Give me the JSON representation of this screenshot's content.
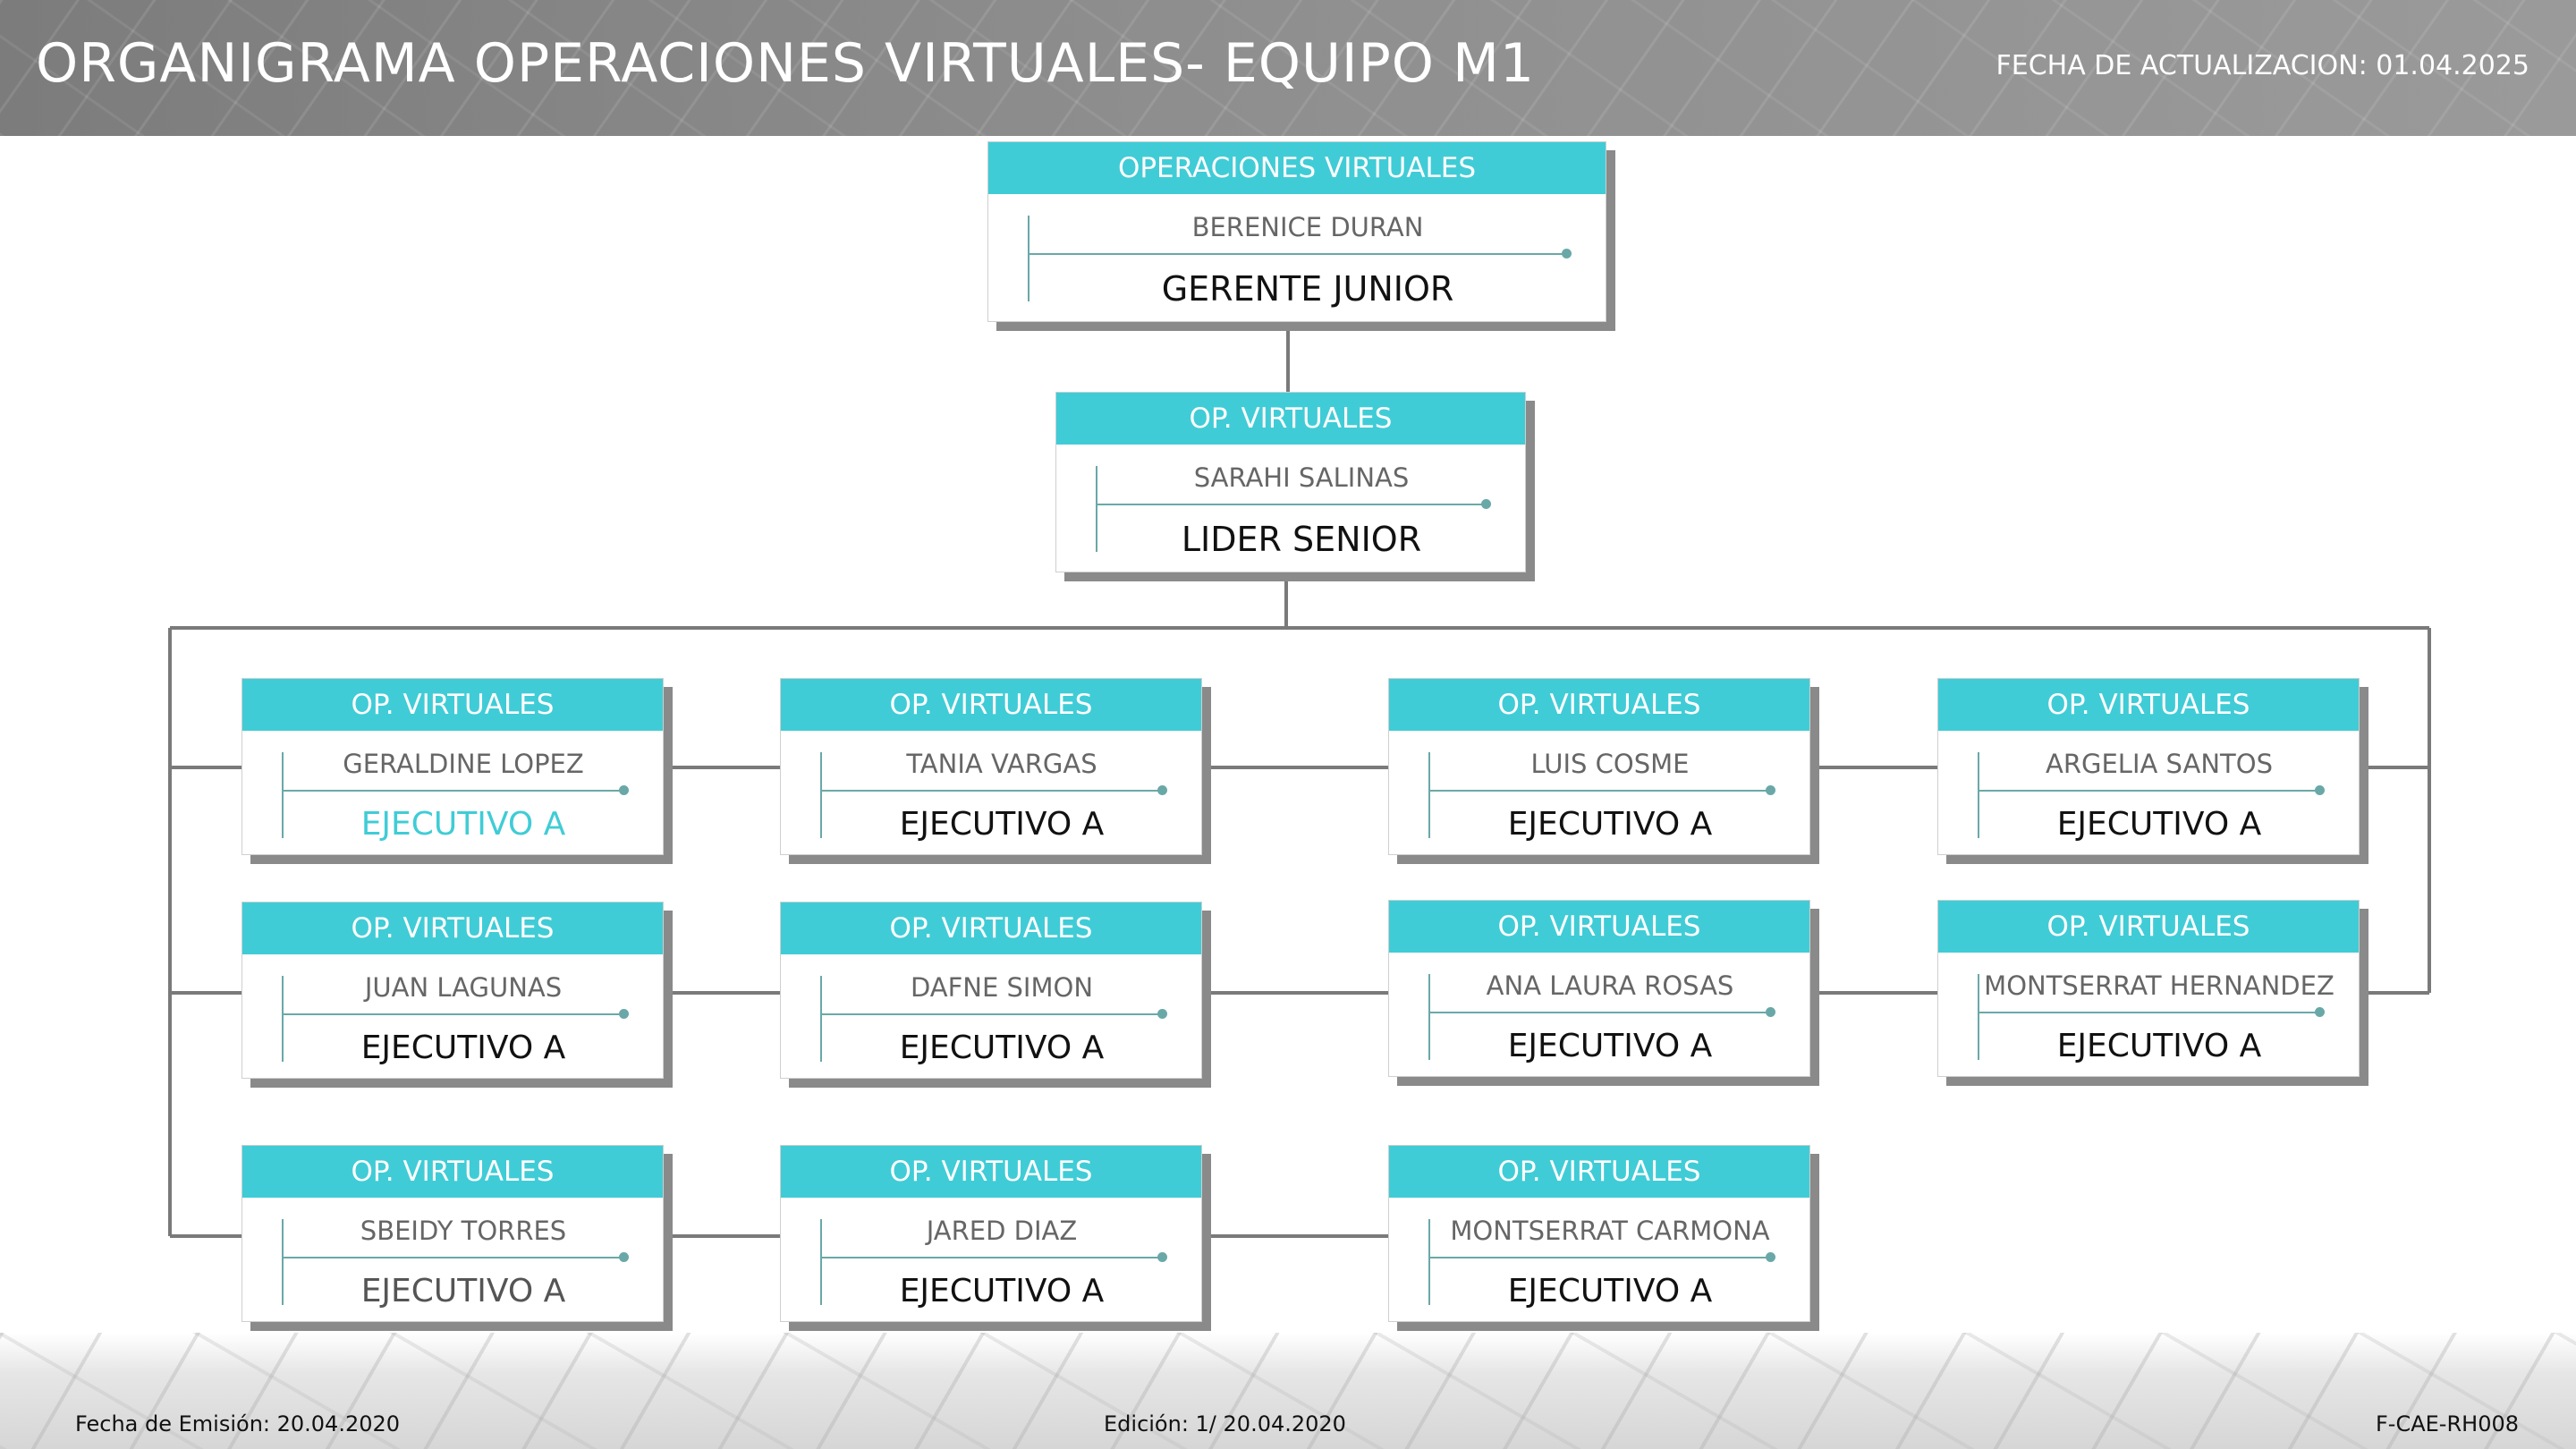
{
  "header": {
    "title": "ORGANIGRAMA OPERACIONES VIRTUALES-  EQUIPO M1",
    "update_date": "FECHA DE ACTUALIZACION:  01.04.2025"
  },
  "colors": {
    "card_header": "#40ccd6",
    "connector": "#7a7a7a",
    "highlight_role": "#40ccd6",
    "muted_role": "#555555"
  },
  "org": {
    "top": {
      "unit": "OPERACIONES VIRTUALES",
      "name": "BERENICE DURAN",
      "role": "GERENTE JUNIOR"
    },
    "lead": {
      "unit": "OP. VIRTUALES",
      "name": "SARAHI SALINAS",
      "role": "LIDER SENIOR"
    },
    "members": [
      {
        "unit": "OP. VIRTUALES",
        "name": "GERALDINE LOPEZ",
        "role": "EJECUTIVO A",
        "role_color": "#40ccd6"
      },
      {
        "unit": "OP. VIRTUALES",
        "name": "TANIA VARGAS",
        "role": "EJECUTIVO A"
      },
      {
        "unit": "OP. VIRTUALES",
        "name": "LUIS COSME",
        "role": "EJECUTIVO A"
      },
      {
        "unit": "OP. VIRTUALES",
        "name": "ARGELIA SANTOS",
        "role": "EJECUTIVO A"
      },
      {
        "unit": "OP. VIRTUALES",
        "name": "JUAN LAGUNAS",
        "role": "EJECUTIVO A"
      },
      {
        "unit": "OP. VIRTUALES",
        "name": "DAFNE SIMON",
        "role": "EJECUTIVO A"
      },
      {
        "unit": "OP. VIRTUALES",
        "name": "ANA LAURA ROSAS",
        "role": "EJECUTIVO A"
      },
      {
        "unit": "OP. VIRTUALES",
        "name": "MONTSERRAT HERNANDEZ",
        "role": "EJECUTIVO A"
      },
      {
        "unit": "OP. VIRTUALES",
        "name": "SBEIDY TORRES",
        "role": "EJECUTIVO A",
        "role_color": "#555555"
      },
      {
        "unit": "OP. VIRTUALES",
        "name": "JARED DIAZ",
        "role": "EJECUTIVO A"
      },
      {
        "unit": "OP. VIRTUALES",
        "name": "MONTSERRAT CARMONA",
        "role": "EJECUTIVO A"
      }
    ]
  },
  "footer": {
    "emission": "Fecha de Emisión: 20.04.2020",
    "edition": "Edición: 1/ 20.04.2020",
    "code": "F-CAE-RH008"
  }
}
